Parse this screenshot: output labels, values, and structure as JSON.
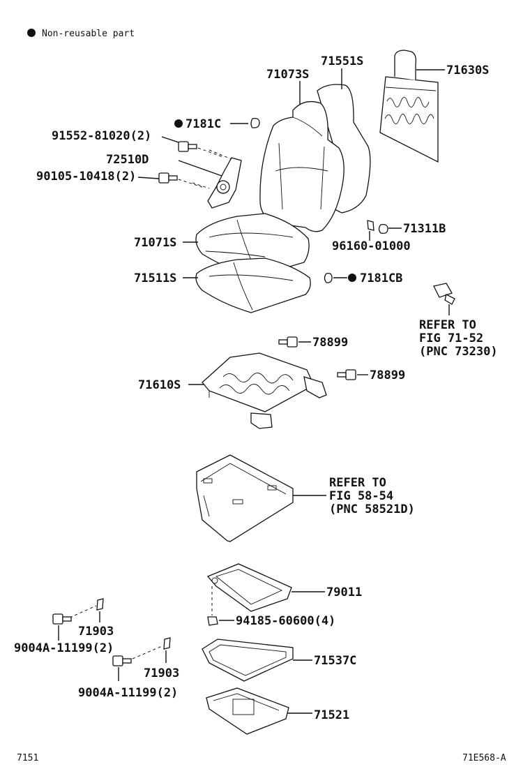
{
  "legend": {
    "symbol": "●",
    "text": "Non-reusable part"
  },
  "labels": {
    "p71551S": "71551S",
    "p71073S": "71073S",
    "p71630S": "71630S",
    "p7181C": "7181C",
    "p91552": "91552-81020(2)",
    "p72510D": "72510D",
    "p90105": "90105-10418(2)",
    "p71311B": "71311B",
    "p96160": "96160-01000",
    "p71071S": "71071S",
    "p71511S": "71511S",
    "p7181CB": "7181CB",
    "p78899a": "78899",
    "p78899b": "78899",
    "p71610S": "71610S",
    "p79011": "79011",
    "p94185": "94185-60600(4)",
    "p71903a": "71903",
    "p9004Aa": "9004A-11199(2)",
    "p71903b": "71903",
    "p9004Ab": "9004A-11199(2)",
    "p71537C": "71537C",
    "p71521": "71521"
  },
  "refer1": {
    "line1": "REFER TO",
    "line2": "FIG 71-52",
    "line3": "(PNC 73230)"
  },
  "refer2": {
    "line1": "REFER TO",
    "line2": "FIG 58-54",
    "line3": "(PNC 58521D)"
  },
  "footer": {
    "left": "7151",
    "right": "71E568-A"
  }
}
